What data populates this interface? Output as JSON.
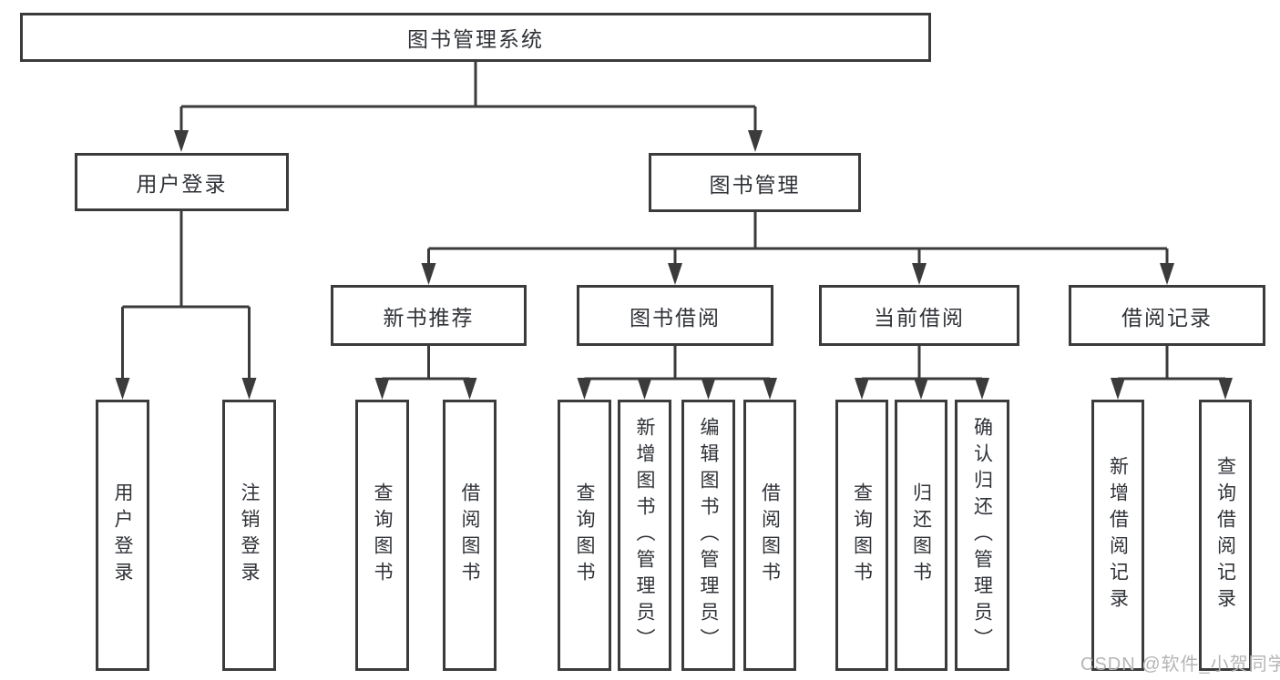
{
  "diagram": {
    "title": "图书管理系统",
    "nodes": {
      "root": {
        "label": "图书管理系统"
      },
      "user_login": {
        "label": "用户登录"
      },
      "book_mgmt": {
        "label": "图书管理"
      },
      "login": {
        "label": "用户登录"
      },
      "logout": {
        "label": "注销登录"
      },
      "new_book_rec": {
        "label": "新书推荐"
      },
      "book_borrow": {
        "label": "图书借阅"
      },
      "current_borrow": {
        "label": "当前借阅"
      },
      "borrow_record": {
        "label": "借阅记录"
      },
      "nbr_query": {
        "label": "查询图书"
      },
      "nbr_borrow": {
        "label": "借阅图书"
      },
      "bb_query": {
        "label": "查询图书"
      },
      "bb_add": {
        "label": "新增图书（管理员）"
      },
      "bb_edit": {
        "label": "编辑图书（管理员）"
      },
      "bb_borrow": {
        "label": "借阅图书"
      },
      "cb_query": {
        "label": "查询图书"
      },
      "cb_return": {
        "label": "归还图书"
      },
      "cb_confirm": {
        "label": "确认归还（管理员）"
      },
      "br_add": {
        "label": "新增借阅记录"
      },
      "br_query": {
        "label": "查询借阅记录"
      }
    },
    "edges": [
      [
        "root",
        "user_login"
      ],
      [
        "root",
        "book_mgmt"
      ],
      [
        "user_login",
        "login"
      ],
      [
        "user_login",
        "logout"
      ],
      [
        "book_mgmt",
        "new_book_rec"
      ],
      [
        "book_mgmt",
        "book_borrow"
      ],
      [
        "book_mgmt",
        "current_borrow"
      ],
      [
        "book_mgmt",
        "borrow_record"
      ],
      [
        "new_book_rec",
        "nbr_query"
      ],
      [
        "new_book_rec",
        "nbr_borrow"
      ],
      [
        "book_borrow",
        "bb_query"
      ],
      [
        "book_borrow",
        "bb_add"
      ],
      [
        "book_borrow",
        "bb_edit"
      ],
      [
        "book_borrow",
        "bb_borrow"
      ],
      [
        "current_borrow",
        "cb_query"
      ],
      [
        "current_borrow",
        "cb_return"
      ],
      [
        "current_borrow",
        "cb_confirm"
      ],
      [
        "borrow_record",
        "br_add"
      ],
      [
        "borrow_record",
        "br_query"
      ]
    ],
    "watermark": "CSDN @软件_小贺同学",
    "colors": {
      "line": "#3b3b3b",
      "text": "#2f3237",
      "watermark": "#b5b5b5",
      "background": "#ffffff"
    }
  }
}
